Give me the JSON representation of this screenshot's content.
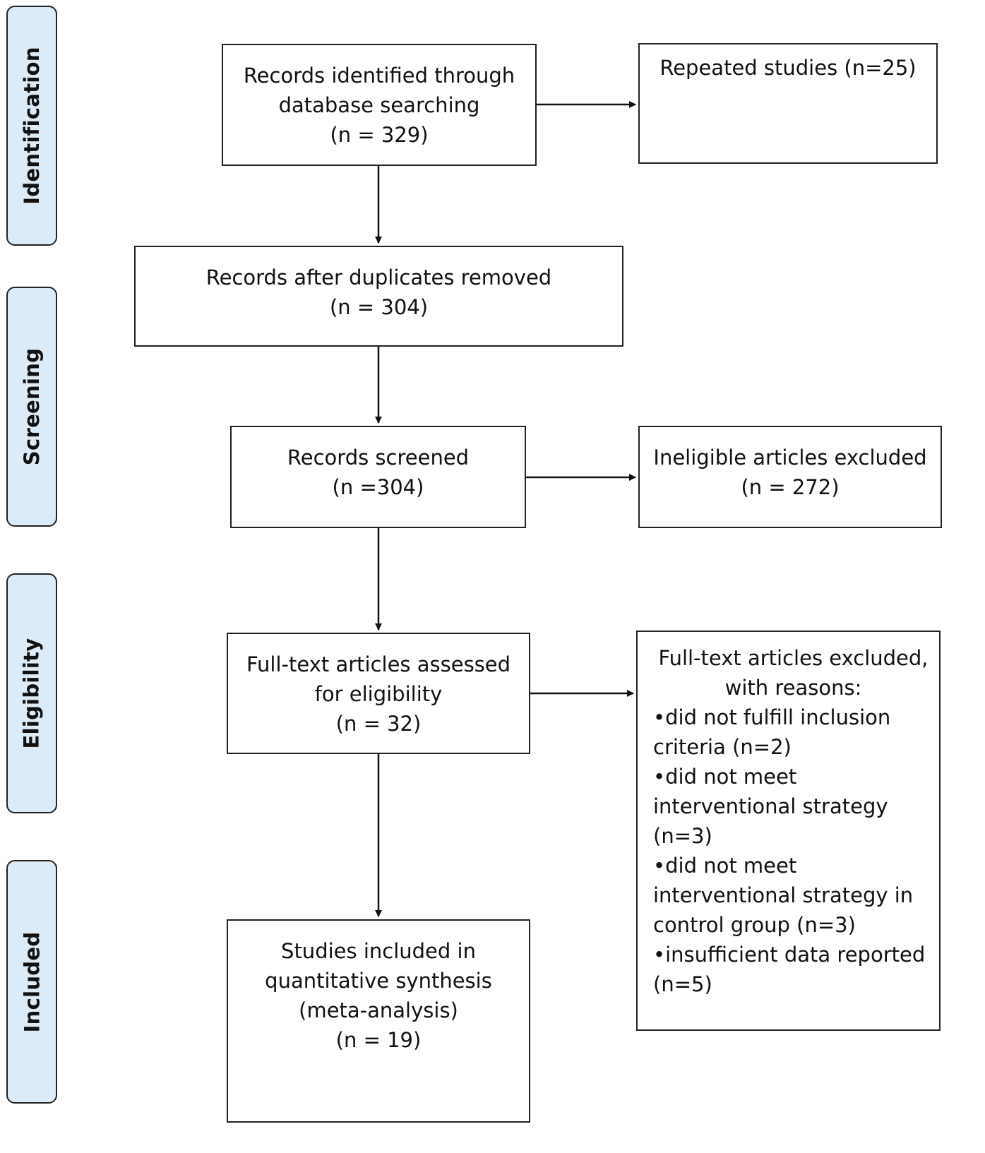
{
  "phases": {
    "identification": "Identification",
    "screening": "Screening",
    "eligibility": "Eligibility",
    "included": "Included"
  },
  "boxes": {
    "identified": {
      "lines": [
        "Records identified through",
        "database searching",
        "(n = 329)"
      ]
    },
    "repeated": {
      "lines": [
        "Repeated studies (n=25)"
      ]
    },
    "after_duplicates": {
      "lines": [
        "Records after duplicates removed",
        "(n = 304)"
      ]
    },
    "screened": {
      "lines": [
        "Records screened",
        "(n =304)"
      ]
    },
    "ineligible": {
      "lines": [
        "Ineligible articles excluded",
        "(n = 272)"
      ]
    },
    "fulltext_assessed": {
      "lines": [
        "Full-text articles assessed",
        "for eligibility",
        "(n = 32)"
      ]
    },
    "fulltext_excluded": {
      "header_lines": [
        "Full-text articles excluded,",
        "with reasons:"
      ],
      "reason_lines": [
        "•did not fulfill inclusion",
        "criteria (n=2)",
        "•did not meet",
        "interventional strategy",
        "(n=3)",
        "•did not meet",
        "interventional strategy in",
        "control group (n=3)",
        "•insufficient data reported",
        "(n=5)"
      ]
    },
    "included_studies": {
      "lines": [
        "Studies included in",
        "quantitative synthesis",
        "(meta-analysis)",
        "(n = 19)"
      ]
    }
  }
}
